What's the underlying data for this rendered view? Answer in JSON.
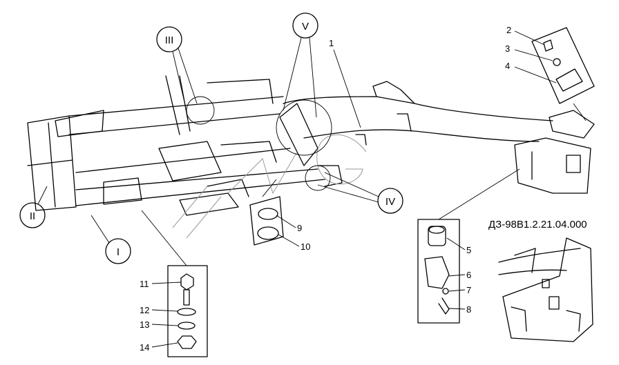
{
  "drawing": {
    "code": "ДЗ-98В1.2.21.04.000",
    "watermark": "UMG",
    "callouts": [
      "I",
      "II",
      "III",
      "IV",
      "V"
    ],
    "parts": [
      "1",
      "2",
      "3",
      "4",
      "5",
      "6",
      "7",
      "8",
      "9",
      "10",
      "11",
      "12",
      "13",
      "14"
    ]
  }
}
